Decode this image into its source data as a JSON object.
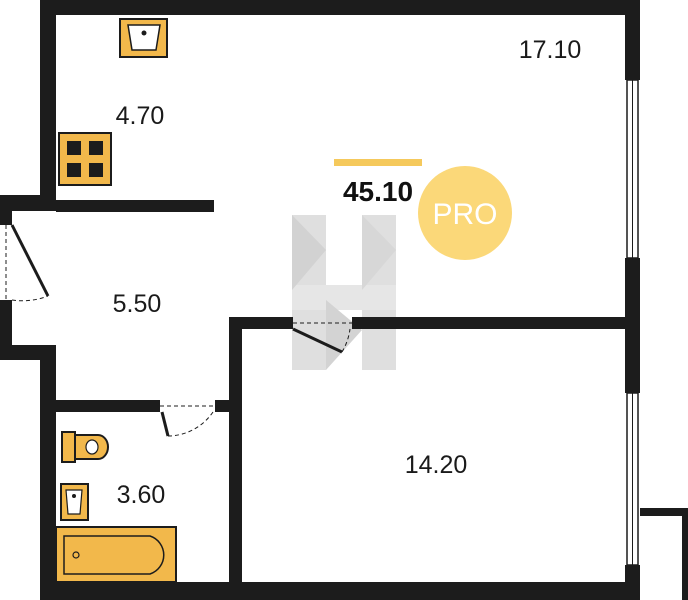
{
  "plan": {
    "total_area": "45.10",
    "badge": "PRO",
    "rooms": [
      {
        "id": "kitchen",
        "area": "4.70"
      },
      {
        "id": "living-room",
        "area": "17.10"
      },
      {
        "id": "hallway",
        "area": "5.50"
      },
      {
        "id": "bathroom",
        "area": "3.60"
      },
      {
        "id": "bedroom",
        "area": "14.20"
      }
    ]
  },
  "colors": {
    "wall": "#1c1c1c",
    "fixture_fill": "#f2b84b",
    "accent_bar": "#f5c95c",
    "badge_fill": "#fbd879",
    "badge_text": "#ffffff",
    "watermark": "#b9b9b9"
  },
  "icons": [
    "sink-icon",
    "stove-icon",
    "toilet-icon",
    "washbasin-icon",
    "bathtub-icon",
    "watermark-logo"
  ]
}
